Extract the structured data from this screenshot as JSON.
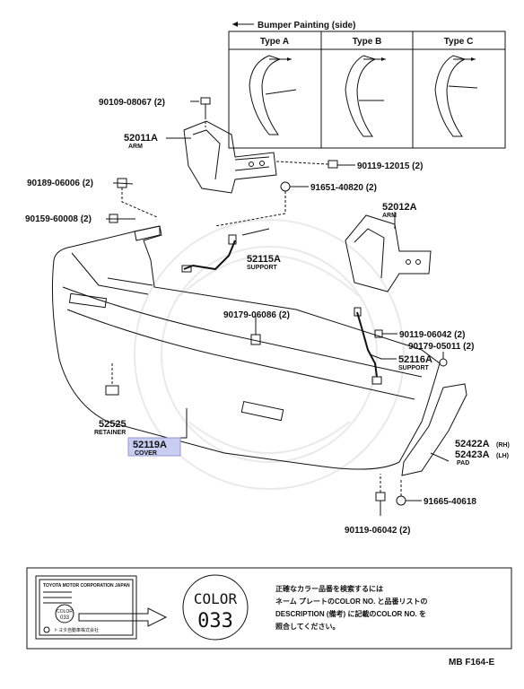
{
  "painting_table": {
    "title": "Bumper Painting (side)",
    "headers": [
      "Type A",
      "Type B",
      "Type C"
    ]
  },
  "parts": [
    {
      "id": "p1",
      "number": "90109-08067 (2)"
    },
    {
      "id": "p2",
      "number": "52011A",
      "desc": "ARM"
    },
    {
      "id": "p3",
      "number": "90189-06006 (2)"
    },
    {
      "id": "p4",
      "number": "90159-60008 (2)"
    },
    {
      "id": "p5",
      "number": "90119-12015 (2)"
    },
    {
      "id": "p6",
      "number": "91651-40820 (2)"
    },
    {
      "id": "p7",
      "number": "52012A",
      "desc": "ARM"
    },
    {
      "id": "p8",
      "number": "52115A",
      "desc": "SUPPORT"
    },
    {
      "id": "p9",
      "number": "90179-06086 (2)"
    },
    {
      "id": "p10",
      "number": "90119-06042 (2)"
    },
    {
      "id": "p11",
      "number": "90179-05011 (2)"
    },
    {
      "id": "p12",
      "number": "52116A",
      "desc": "SUPPORT"
    },
    {
      "id": "p13",
      "number": "52525",
      "desc": "RETAINER"
    },
    {
      "id": "p14",
      "number": "52119A",
      "desc": "COVER"
    },
    {
      "id": "p15",
      "number": "52422A",
      "suffix": "(RH)"
    },
    {
      "id": "p16",
      "number": "52423A",
      "suffix": "(LH)",
      "desc": "PAD"
    },
    {
      "id": "p17",
      "number": "91665-40618"
    },
    {
      "id": "p18",
      "number": "90119-06042 (2)"
    }
  ],
  "color_box": {
    "plate_title": "TOYOTA MOTOR CORPORATION JAPAN",
    "plate_color": "COLOR",
    "plate_code": "033",
    "plate_maker": "トヨタ自動車株式会社",
    "circle_label": "COLOR",
    "circle_code": "033",
    "note_lines": [
      "正確なカラー品番を検索するには",
      "ネーム プレートのCOLOR NO. と品番リストの",
      "DESCRIPTION (備考) に記載のCOLOR NO. を",
      "照合してください。"
    ]
  },
  "figure_code": "MB F164-E",
  "colors": {
    "highlight": "#c9cdf0",
    "ink": "#111111"
  }
}
